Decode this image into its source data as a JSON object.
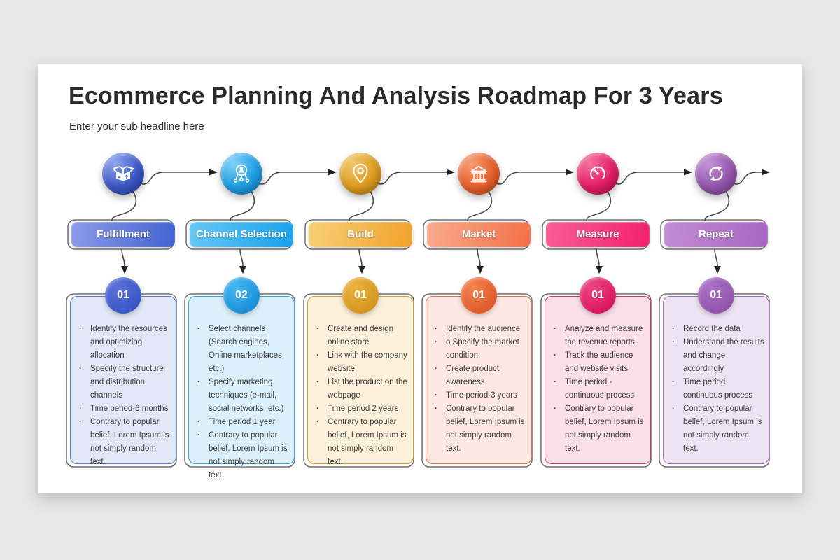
{
  "page": {
    "title": "Ecommerce Planning And Analysis Roadmap For 3 Years",
    "subtitle": "Enter your sub headline here"
  },
  "connector_color": "#4a4a4a",
  "background_color": "#e8e7e8",
  "columns": [
    {
      "label": "Fulfillment",
      "number": "01",
      "icon": "open-box-icon",
      "colors": {
        "icon_main": "#3c58c6",
        "icon_dark": "#2b43a8",
        "icon_hi": "#92a4ee",
        "pill_from": "#8d9ce8",
        "pill_to": "#4362d2",
        "num_from": "#5a71da",
        "num_to": "#3250c0",
        "card_bg": "#e1e7f6",
        "card_border": "#5a78d8"
      },
      "bullets": [
        "Identify the resources and optimizing allocation",
        "Specify the structure and distribution channels",
        "Time period-6 months",
        "Contrary to popular belief, Lorem Ipsum is not simply random text."
      ]
    },
    {
      "label": "Channel Selection",
      "number": "02",
      "icon": "person-network-icon",
      "colors": {
        "icon_main": "#1f9ee2",
        "icon_dark": "#1579bd",
        "icon_hi": "#7fd2f7",
        "pill_from": "#66c9f6",
        "pill_to": "#17a1ec",
        "num_from": "#45b8f2",
        "num_to": "#1186d2",
        "card_bg": "#dcf0fb",
        "card_border": "#2ba9ea"
      },
      "bullets": [
        "Select channels (Search engines, Online marketplaces, etc.)",
        "Specify marketing techniques (e-mail, social networks, etc.)",
        "Time period 1 year",
        "Contrary to popular belief, Lorem Ipsum is not simply random text."
      ]
    },
    {
      "label": "Build",
      "number": "01",
      "icon": "pin-gear-icon",
      "colors": {
        "icon_main": "#dd9d20",
        "icon_dark": "#b67a12",
        "icon_hi": "#f1c96c",
        "pill_from": "#f8d077",
        "pill_to": "#f0a22b",
        "num_from": "#eab33e",
        "num_to": "#cf8f16",
        "card_bg": "#fcf0da",
        "card_border": "#db9e26"
      },
      "bullets": [
        "Create and design online store",
        "Link with the company website",
        "List the product on the webpage",
        "Time period 2 years",
        "Contrary to popular belief, Lorem Ipsum is not simply random text."
      ]
    },
    {
      "label": "Market",
      "number": "01",
      "icon": "bank-building-icon",
      "colors": {
        "icon_main": "#e6612d",
        "icon_dark": "#c44a1c",
        "icon_hi": "#f59d72",
        "pill_from": "#f9ab8d",
        "pill_to": "#f37049",
        "num_from": "#f0824e",
        "num_to": "#dd5122",
        "card_bg": "#fde9e1",
        "card_border": "#ea6f40"
      },
      "bullets": [
        "Identify the audience",
        "o Specify the market condition",
        "Create product awareness",
        "Time period-3 years",
        "Contrary to popular belief, Lorem Ipsum is not simply random text."
      ]
    },
    {
      "label": "Measure",
      "number": "01",
      "icon": "gauge-icon",
      "colors": {
        "icon_main": "#e41e64",
        "icon_dark": "#bc0f4d",
        "icon_hi": "#f4729f",
        "pill_from": "#f85e96",
        "pill_to": "#f2216c",
        "num_from": "#ee4480",
        "num_to": "#d40e58",
        "card_bg": "#fadfe9",
        "card_border": "#dd2f74"
      },
      "bullets": [
        "Analyze and measure the revenue reports.",
        "Track the audience and website visits",
        "Time period - continuous process",
        "Contrary to popular belief, Lorem Ipsum is not simply random text."
      ]
    },
    {
      "label": "Repeat",
      "number": "01",
      "icon": "refresh-cycle-icon",
      "colors": {
        "icon_main": "#9557ae",
        "icon_dark": "#7a4292",
        "icon_hi": "#c495d6",
        "pill_from": "#c38dd5",
        "pill_to": "#a566c1",
        "num_from": "#ab71c5",
        "num_to": "#8c4ea6",
        "card_bg": "#eee3f3",
        "card_border": "#a76ac0"
      },
      "bullets": [
        "Record the data",
        "Understand the results and change accordingly",
        "Time period continuous process",
        "Contrary to popular belief, Lorem Ipsum is not simply random text."
      ]
    }
  ]
}
